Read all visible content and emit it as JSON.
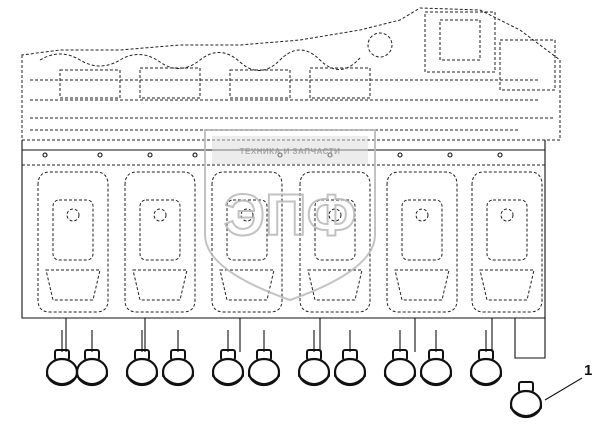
{
  "callouts": [
    {
      "label": "1"
    }
  ],
  "watermark": {
    "top_text": "ТЕХНИКА И ЗАПЧАСТИ",
    "letters": "ЭПФ",
    "color": "#b8b8b8"
  },
  "part_count": 12
}
